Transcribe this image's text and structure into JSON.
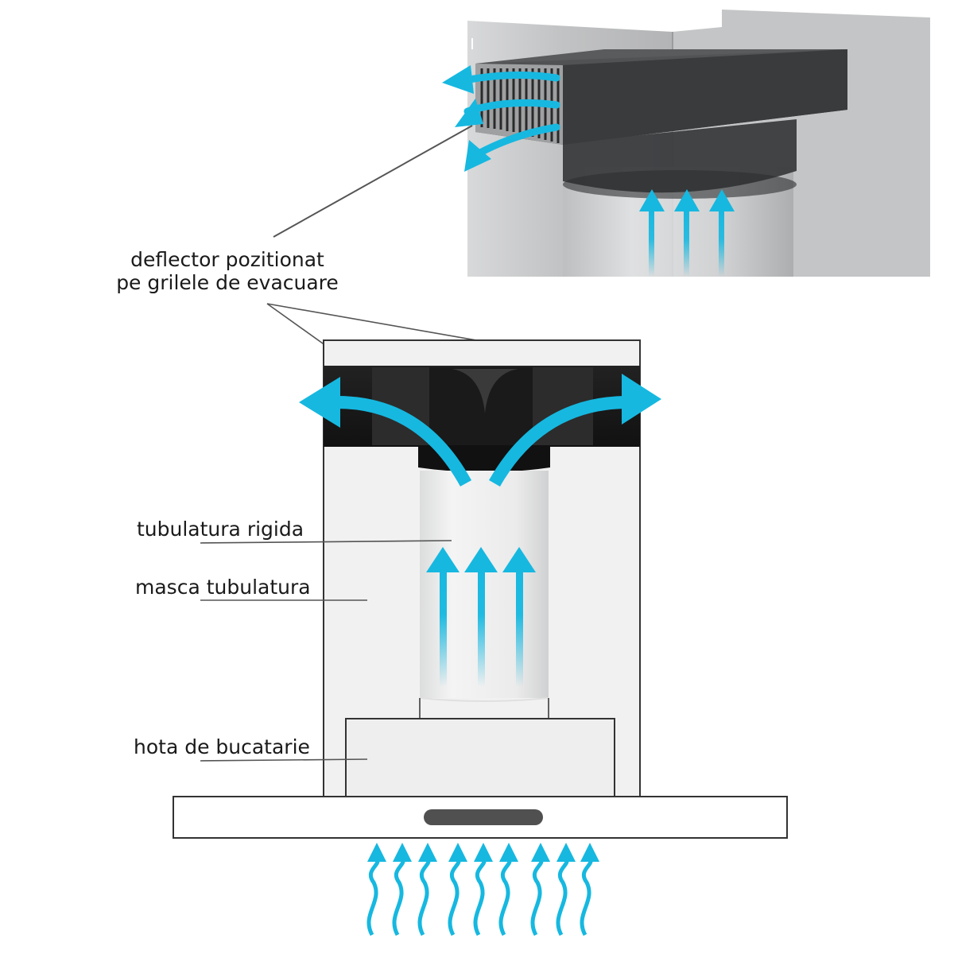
{
  "labels": {
    "deflector_line1": "deflector pozitionat",
    "deflector_line2": "pe grilele de evacuare",
    "rigid_duct": "tubulatura rigida",
    "duct_mask": "masca tubulatura",
    "kitchen_hood": "hota de bucatarie"
  },
  "colors": {
    "airflow": "#16b8e0",
    "steel": "#c9cacb",
    "deflector": "#2b2b2b",
    "outline": "#333333"
  },
  "icons": {
    "airflow": "arrow-up-icon",
    "exhaust": "curved-arrow-icon",
    "intake": "wavy-arrow-up-icon"
  }
}
